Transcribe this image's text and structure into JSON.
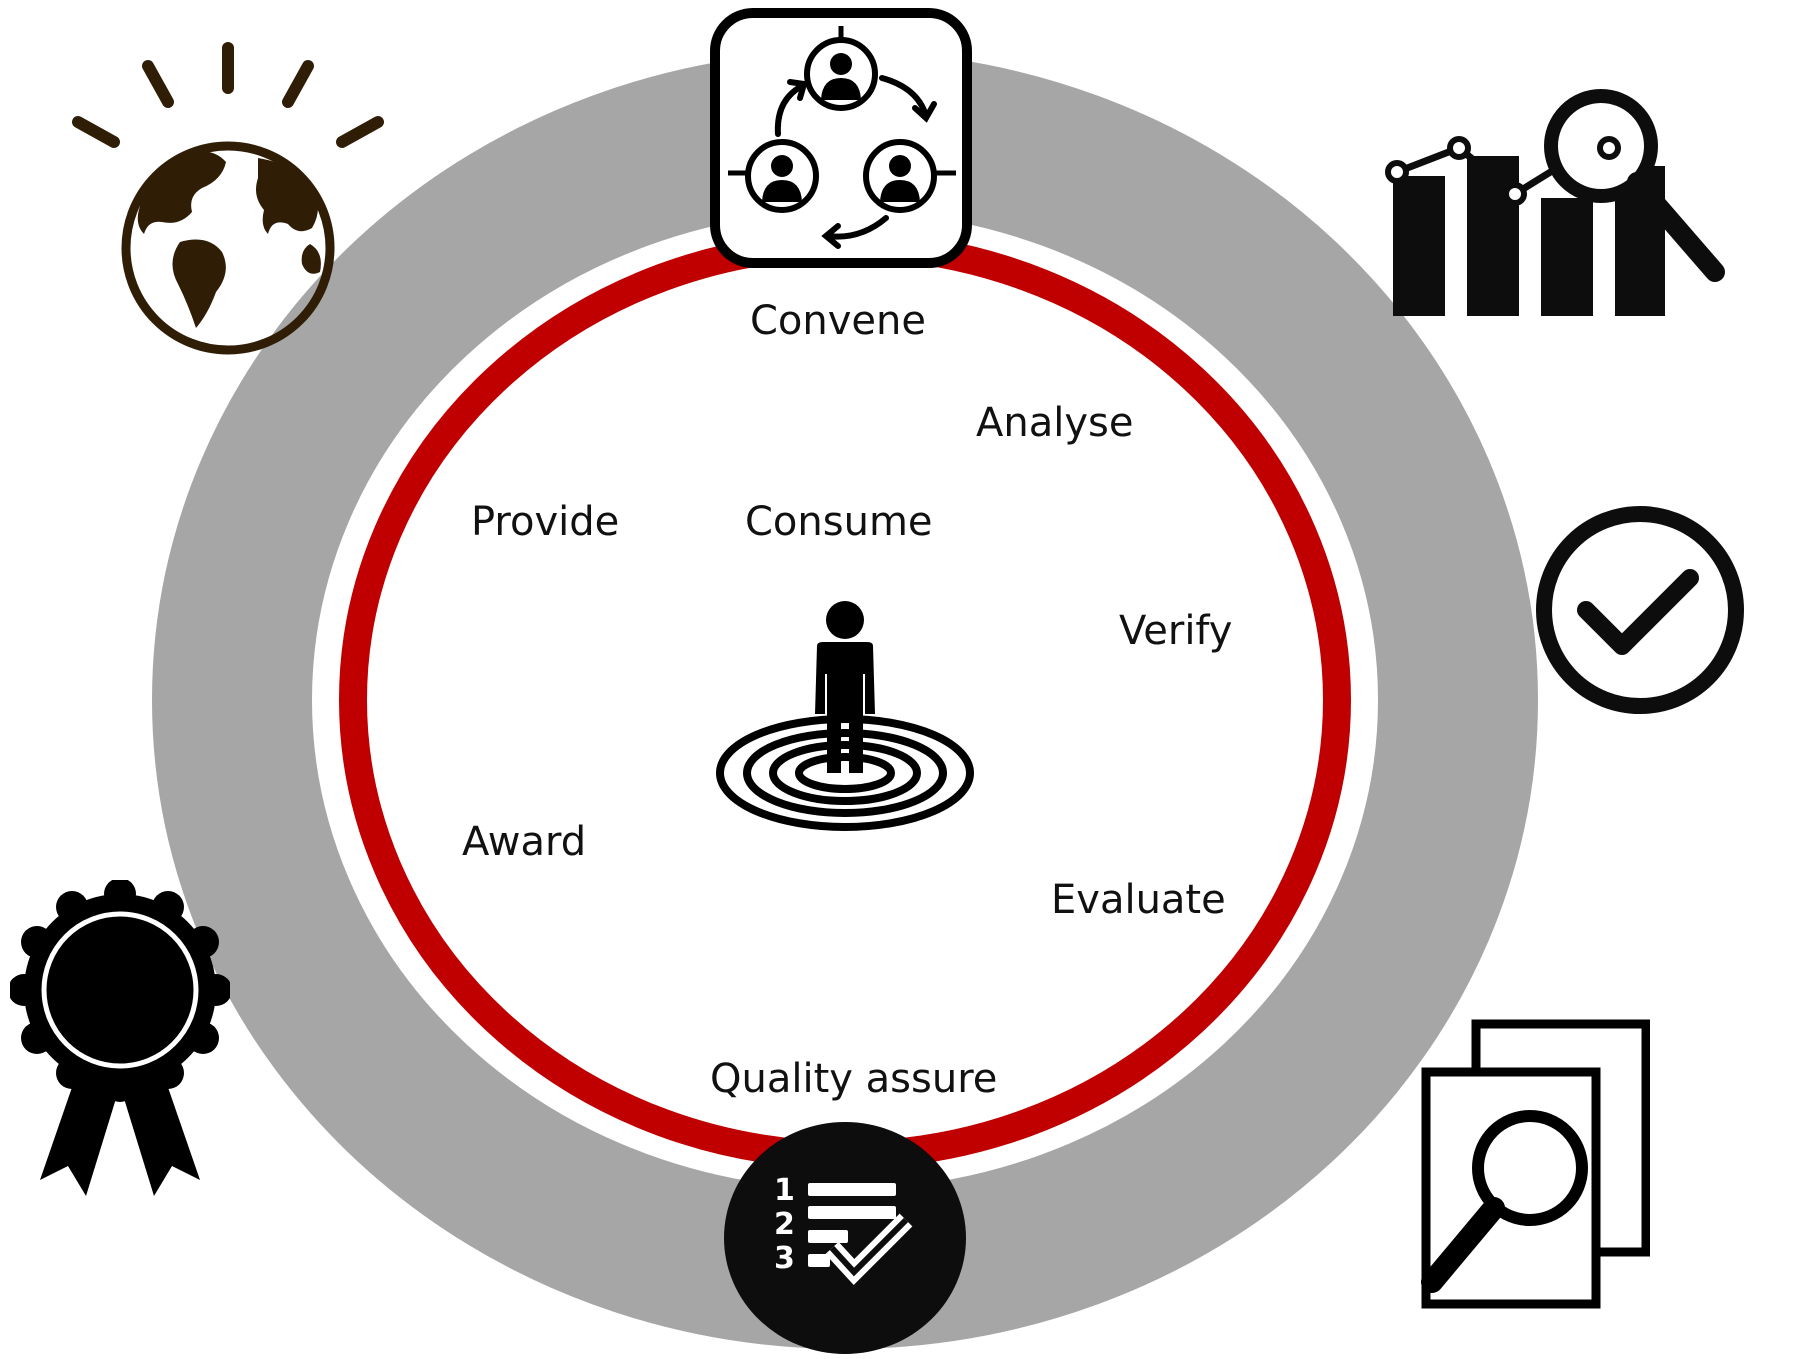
{
  "diagram": {
    "center_labels": {
      "consume": "Consume"
    },
    "ring_labels": {
      "convene": "Convene",
      "analyse": "Analyse",
      "verify": "Verify",
      "evaluate": "Evaluate",
      "quality_assure": "Quality assure",
      "award": "Award",
      "provide": "Provide"
    },
    "colors": {
      "outer_ring": "#a6a6a6",
      "inner_ring": "#c00000",
      "icon_dark": "#0d0d0d",
      "globe": "#2f1d06"
    },
    "icons": {
      "top_badge": "people-cycle-icon",
      "bottom_badge": "numbered-checklist-icon",
      "center": "person-on-target-icon",
      "globe": "globe-idea-icon",
      "analytics": "chart-magnifier-icon",
      "check": "check-circle-icon",
      "award": "award-ribbon-icon",
      "document_search": "document-search-icon"
    }
  }
}
